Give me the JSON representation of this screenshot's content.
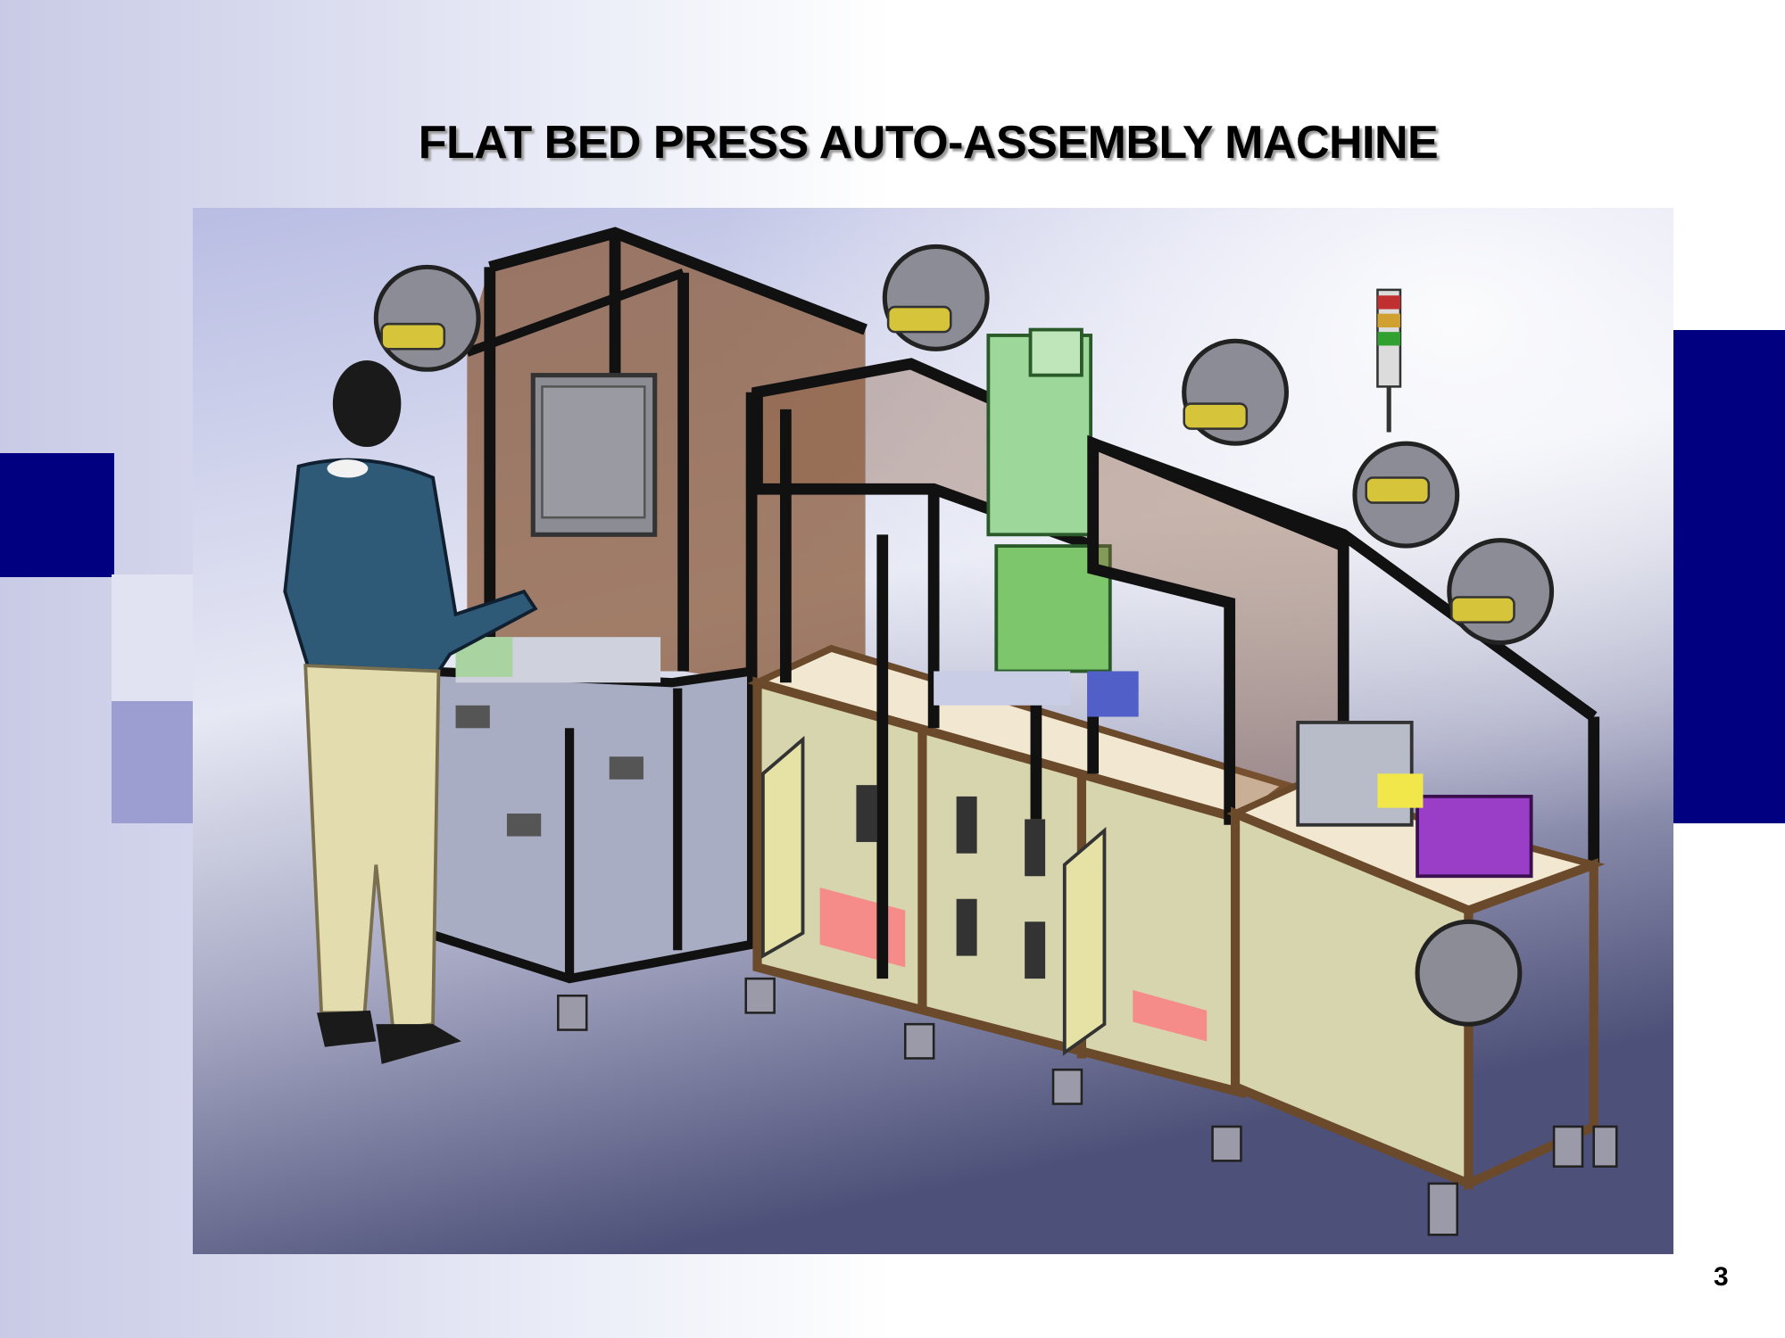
{
  "slide": {
    "title": "FLAT BED PRESS AUTO-ASSEMBLY MACHINE",
    "page_number": "3"
  },
  "figure": {
    "subject": "machine-render",
    "colors": {
      "accent_dark": "#000080",
      "accent_light": "#9c9dd0",
      "frame": "#111111",
      "panel": "#8a5a3a",
      "cabinet": "#d6d5ad",
      "press": "#9ed79a",
      "box": "#9a3ec8"
    }
  }
}
